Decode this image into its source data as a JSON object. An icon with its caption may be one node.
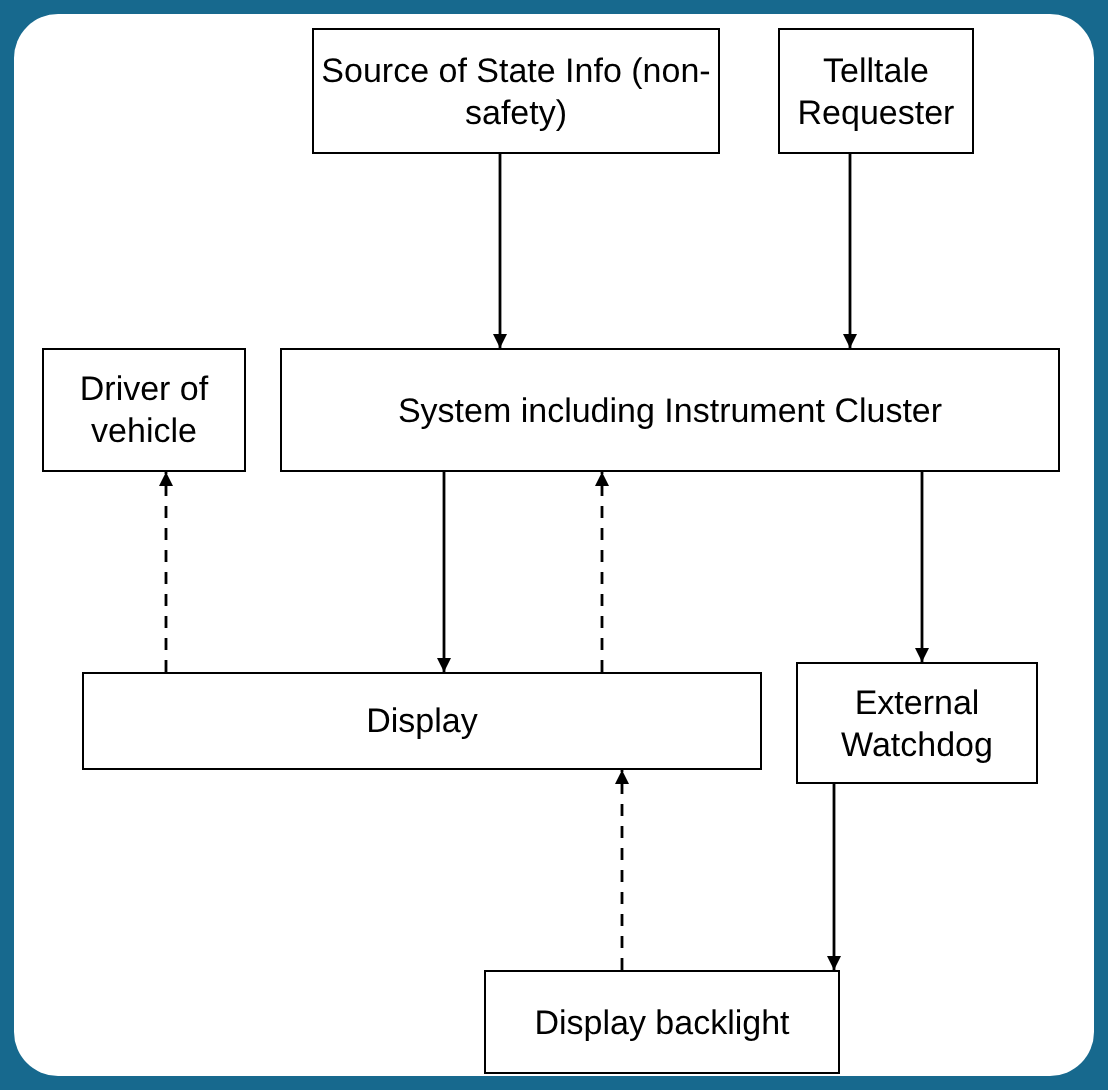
{
  "diagram": {
    "nodes": [
      {
        "text": [
          "Source of State Info (non-safety)"
        ]
      },
      {
        "text": [
          "Telltale Requester"
        ]
      },
      {
        "text": [
          "Driver of vehicle"
        ]
      },
      {
        "text": [
          "System including Instrument Cluster"
        ]
      },
      {
        "text": [
          "Display"
        ]
      },
      {
        "text": [
          "External Watchdog"
        ]
      },
      {
        "text": [
          "Display backlight"
        ]
      }
    ],
    "edges": [
      {
        "from": 0,
        "to": 3,
        "arrow": "to"
      },
      {
        "from": 1,
        "to": 3,
        "arrow": "to"
      },
      {
        "from": 4,
        "to": 2,
        "arrow": "to",
        "style": "dashed"
      },
      {
        "from": 3,
        "to": 4,
        "arrow": "to"
      },
      {
        "from": 4,
        "to": 3,
        "arrow": "to",
        "style": "dashed"
      },
      {
        "from": 3,
        "to": 5,
        "arrow": "to"
      },
      {
        "from": 5,
        "to": 6,
        "arrow": "to"
      },
      {
        "from": 6,
        "to": 4,
        "arrow": "to",
        "style": "dashed"
      }
    ]
  }
}
